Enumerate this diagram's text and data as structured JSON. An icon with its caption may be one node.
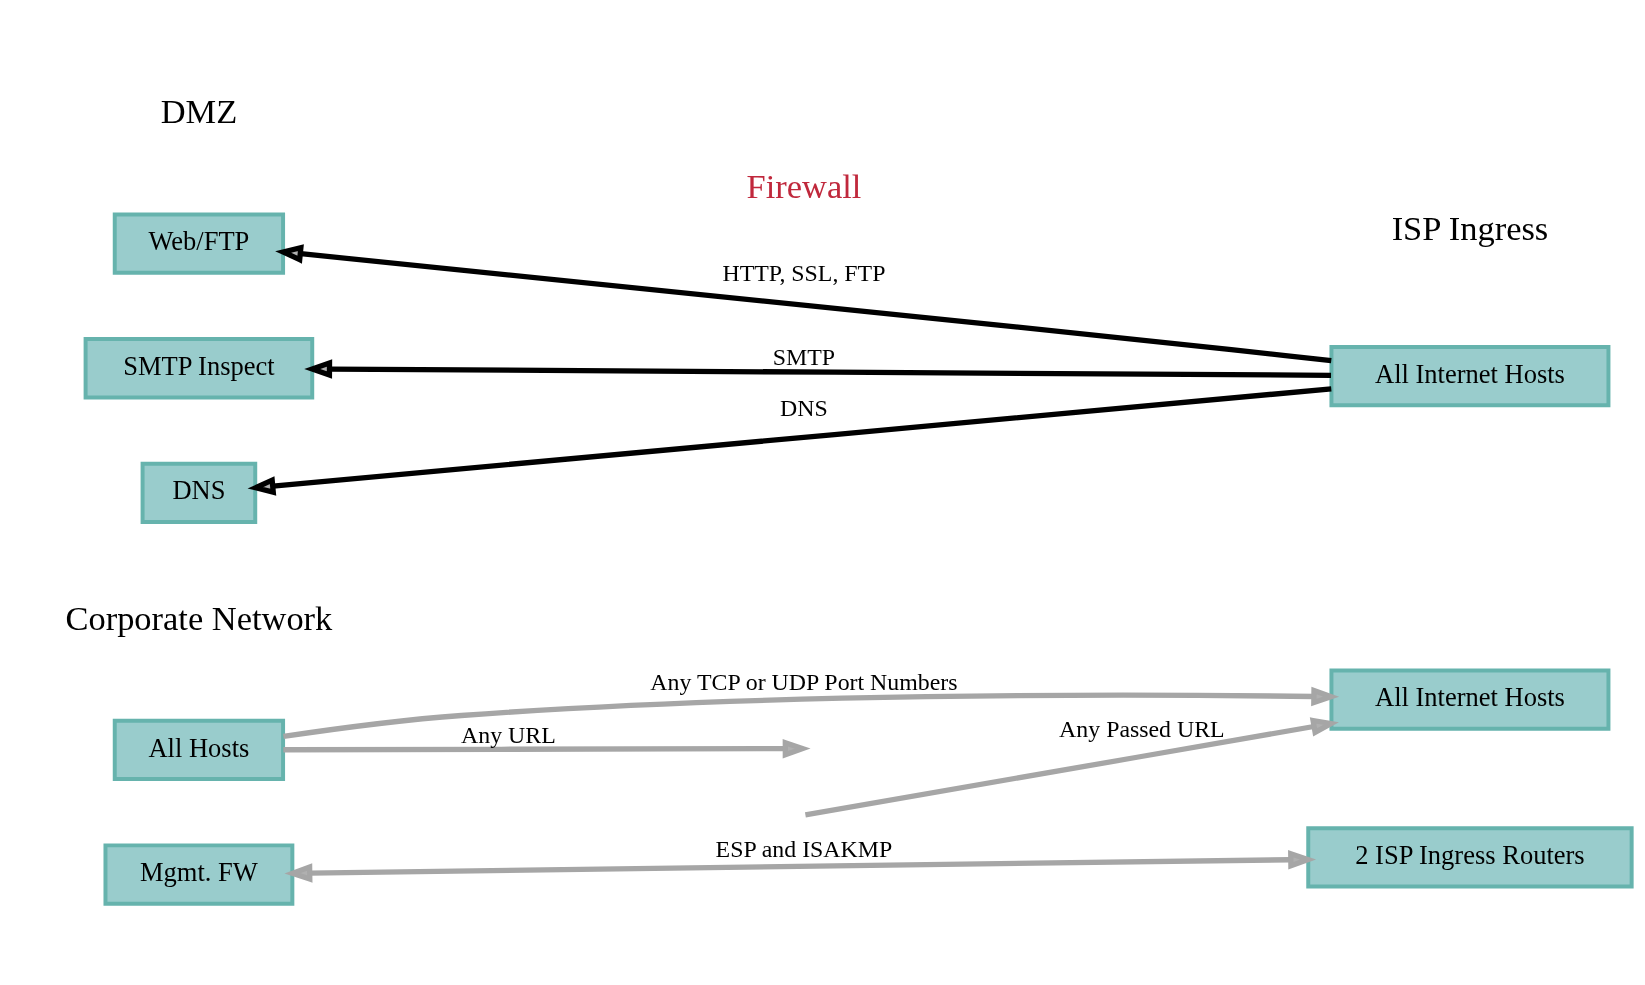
{
  "diagram": {
    "nodes": [
      {
        "text": [
          "Web/FTP"
        ]
      },
      {
        "text": [
          "SMTP Inspect"
        ]
      },
      {
        "text": [
          "DNS"
        ]
      },
      {
        "text": [
          "All Internet Hosts"
        ]
      },
      {
        "text": [
          "All Hosts"
        ]
      },
      {
        "text": [
          "All Internet Hosts"
        ]
      },
      {
        "text": [
          "Mgmt. FW"
        ]
      },
      {
        "text": [
          "2 ISP Ingress Routers"
        ]
      }
    ],
    "edges": [
      {
        "from": 3,
        "to": 0,
        "arrow": "to",
        "label": "HTTP, SSL, FTP",
        "color": "#000000"
      },
      {
        "from": 3,
        "to": 1,
        "arrow": "to",
        "label": "SMTP",
        "color": "#000000"
      },
      {
        "from": 3,
        "to": 2,
        "arrow": "to",
        "label": "DNS",
        "color": "#000000"
      },
      {
        "from": 4,
        "to": 5,
        "arrow": "to",
        "label": "Any TCP or UDP Port Numbers"
      },
      {
        "from": 4,
        "to": null,
        "arrow": "to",
        "label": "Any URL"
      },
      {
        "from": null,
        "to": 5,
        "arrow": "to",
        "label": "Any Passed URL"
      },
      {
        "from": 6,
        "to": 7,
        "arrow": "both",
        "label": "ESP and ISAKMP"
      }
    ],
    "labels": [
      "DMZ",
      "Firewall",
      "ISP Ingress",
      "Corporate Network"
    ]
  }
}
